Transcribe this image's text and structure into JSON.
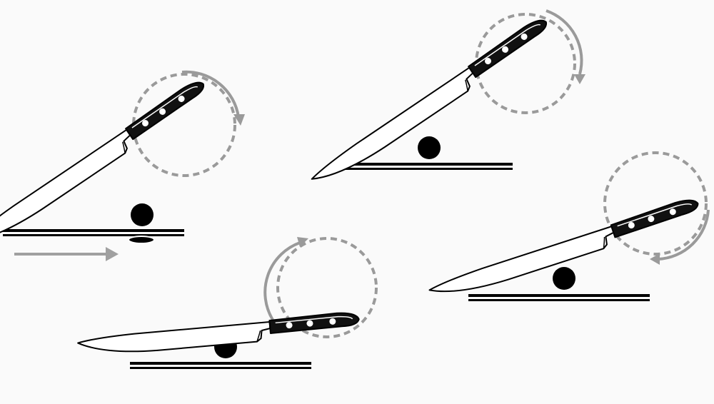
{
  "diagram": {
    "kind": "knife rocking cut sequence",
    "stage_count": 4,
    "colors": {
      "background": "#fafafa",
      "handle": "#111111",
      "blade_fill": "#ffffff",
      "outline": "#000000",
      "rivet": "#ffffff",
      "food": "#000000",
      "surface": "#000000",
      "rotation_guide": "#8f8f8f",
      "push_arrow": "#a0a0a0"
    },
    "icons": [
      "chef-knife-icon",
      "rotation-circle-icon",
      "curved-arrow-icon",
      "food-piece-icon",
      "cutting-board-icon",
      "push-arrow-icon"
    ],
    "stages": [
      {
        "id": "stage-1",
        "rotation_direction": "clockwise",
        "food_state": "sliced",
        "has_push_arrow": true
      },
      {
        "id": "stage-2",
        "rotation_direction": "clockwise",
        "food_state": "under-blade",
        "has_push_arrow": false
      },
      {
        "id": "stage-3",
        "rotation_direction": "counterclockwise",
        "food_state": "under-blade",
        "has_push_arrow": false
      },
      {
        "id": "stage-4",
        "rotation_direction": "counterclockwise",
        "food_state": "under-blade",
        "has_push_arrow": false
      }
    ]
  }
}
